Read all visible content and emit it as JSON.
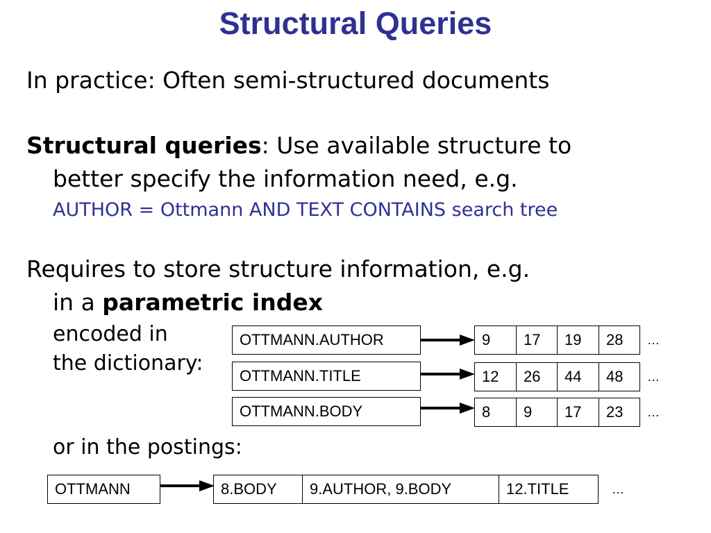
{
  "slide": {
    "title": "Structural Queries",
    "intro": "In practice: Often semi-structured documents",
    "structural_bold": "Structural queries",
    "structural_rest": ": Use available structure to",
    "structural_line2": "better specify the information need, e.g.",
    "example_query": "AUTHOR = Ottmann AND TEXT CONTAINS search tree",
    "requires_line1": "Requires to store structure information, e.g.",
    "requires_line2_prefix": "in a ",
    "requires_line2_bold": "parametric index",
    "encoded_line1": "encoded in",
    "encoded_line2": "the dictionary:",
    "postings_label": "or in the postings:"
  },
  "dictionary": [
    {
      "term": "OTTMANN.AUTHOR",
      "postings": [
        "9",
        "17",
        "19",
        "28"
      ],
      "more": "…"
    },
    {
      "term": "OTTMANN.TITLE",
      "postings": [
        "12",
        "26",
        "44",
        "48"
      ],
      "more": "…"
    },
    {
      "term": "OTTMANN.BODY",
      "postings": [
        "8",
        "9",
        "17",
        "23"
      ],
      "more": "…"
    }
  ],
  "postings_example": {
    "term": "OTTMANN",
    "postings": [
      "8.BODY",
      "9.AUTHOR, 9.BODY",
      "12.TITLE"
    ],
    "more": "…"
  }
}
